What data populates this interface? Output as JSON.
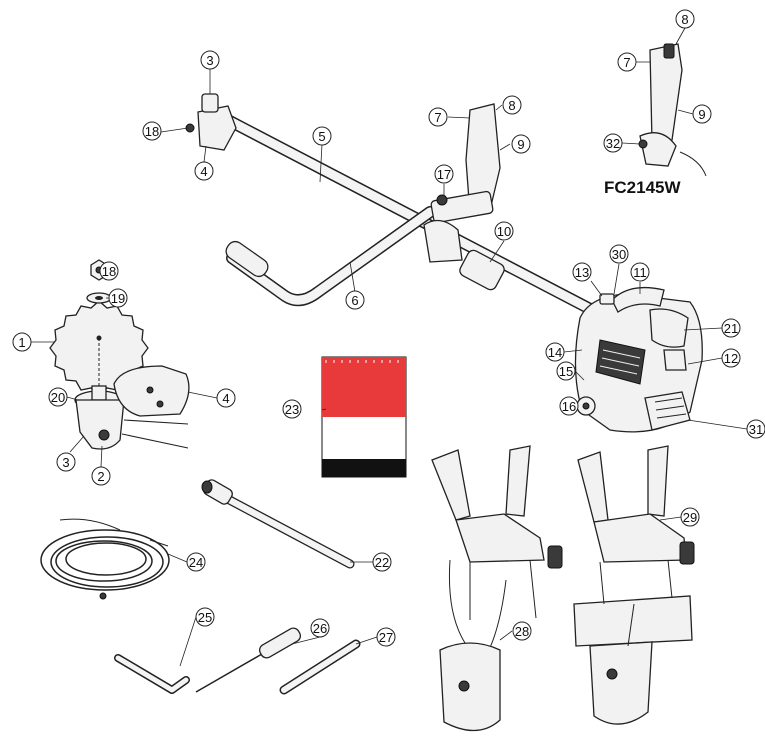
{
  "model_label": "FC2145W",
  "callouts": [
    "1",
    "2",
    "3",
    "4",
    "5",
    "6",
    "7",
    "8",
    "9",
    "10",
    "11",
    "12",
    "13",
    "14",
    "15",
    "16",
    "17",
    "18",
    "19",
    "20",
    "21",
    "22",
    "23",
    "24",
    "25",
    "26",
    "27",
    "28",
    "29",
    "30",
    "31",
    "32"
  ],
  "detail_callouts": [
    "3",
    "4",
    "18",
    "7",
    "8",
    "9"
  ],
  "colors": {
    "label_red": "#e83a3b",
    "label_black": "#111111"
  }
}
